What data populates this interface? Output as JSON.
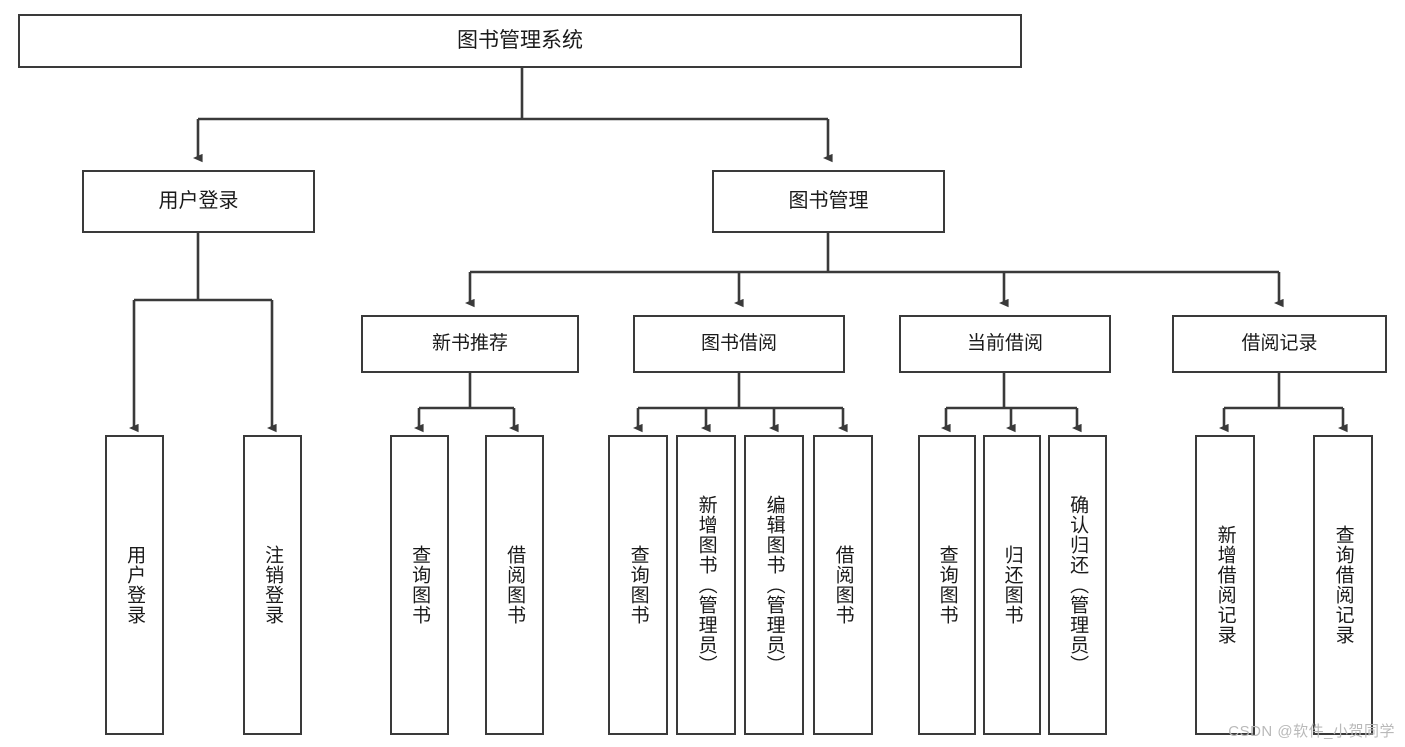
{
  "diagram": {
    "title": "图书管理系统",
    "type": "tree-hierarchy",
    "watermark": "CSDN @软件_小贺同学",
    "colors": {
      "stroke": "#3a3a3a",
      "fill": "#ffffff",
      "text": "#1a1a1a",
      "watermark": "#b9b9b9"
    },
    "root": {
      "label": "图书管理系统"
    },
    "level2": [
      {
        "label": "用户登录"
      },
      {
        "label": "图书管理"
      }
    ],
    "level3": [
      {
        "label": "新书推荐"
      },
      {
        "label": "图书借阅"
      },
      {
        "label": "当前借阅"
      },
      {
        "label": "借阅记录"
      }
    ],
    "leaves": {
      "user_login": [
        {
          "label": "用户登录"
        },
        {
          "label": "注销登录"
        }
      ],
      "new_book": [
        {
          "label": "查询图书"
        },
        {
          "label": "借阅图书"
        }
      ],
      "book_borrow": [
        {
          "label": "查询图书"
        },
        {
          "label": "新增图书（管理员）"
        },
        {
          "label": "编辑图书（管理员）"
        },
        {
          "label": "借阅图书"
        }
      ],
      "current_borrow": [
        {
          "label": "查询图书"
        },
        {
          "label": "归还图书"
        },
        {
          "label": "确认归还（管理员）"
        }
      ],
      "borrow_record": [
        {
          "label": "新增借阅记录"
        },
        {
          "label": "查询借阅记录"
        }
      ]
    }
  }
}
